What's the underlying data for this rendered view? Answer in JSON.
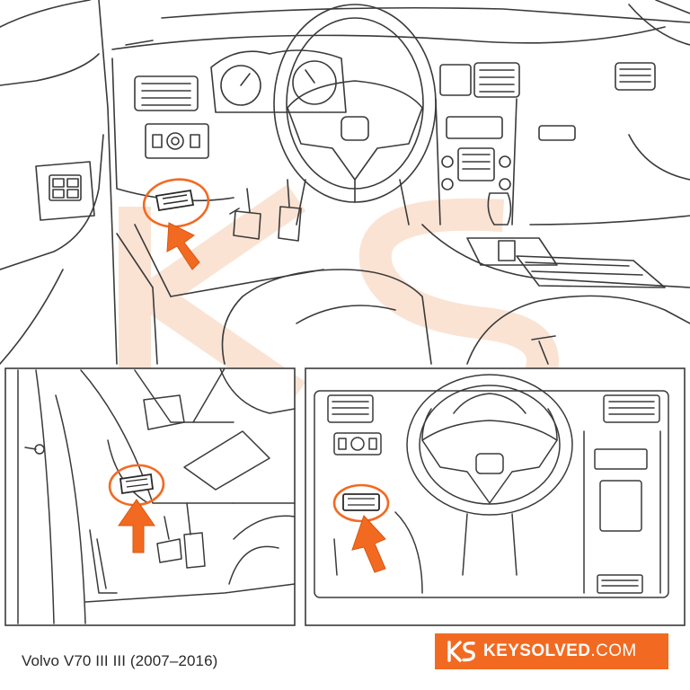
{
  "caption": "Volvo V70 III III (2007–2016)",
  "brand": {
    "name": "KEYSOLVED",
    "tld": ".COM",
    "color": "#f26a21"
  },
  "diagram": {
    "line_color": "#3a3a3a",
    "accent_color": "#f26a21",
    "watermark_color": "#fbe3d4",
    "icons": [
      "obd-port-icon",
      "pointer-arrow-icon",
      "keysolved-logo"
    ]
  }
}
